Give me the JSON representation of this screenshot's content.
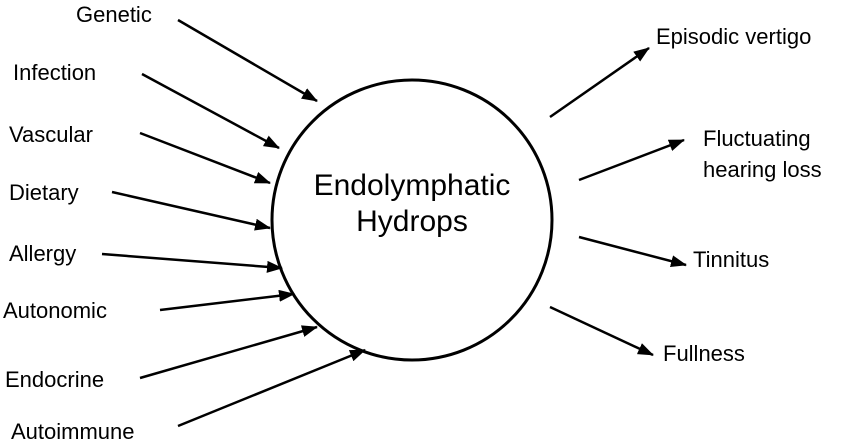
{
  "center": {
    "line1": "Endolymphatic",
    "line2": "Hydrops"
  },
  "causes": [
    "Genetic",
    "Infection",
    "Vascular",
    "Dietary",
    "Allergy",
    "Autonomic",
    "Endocrine",
    "Autoimmune"
  ],
  "symptoms": {
    "vertigo": "Episodic vertigo",
    "hearing_line1": "Fluctuating",
    "hearing_line2": "hearing loss",
    "tinnitus": "Tinnitus",
    "fullness": "Fullness"
  },
  "colors": {
    "stroke": "#000000",
    "background": "#ffffff"
  }
}
